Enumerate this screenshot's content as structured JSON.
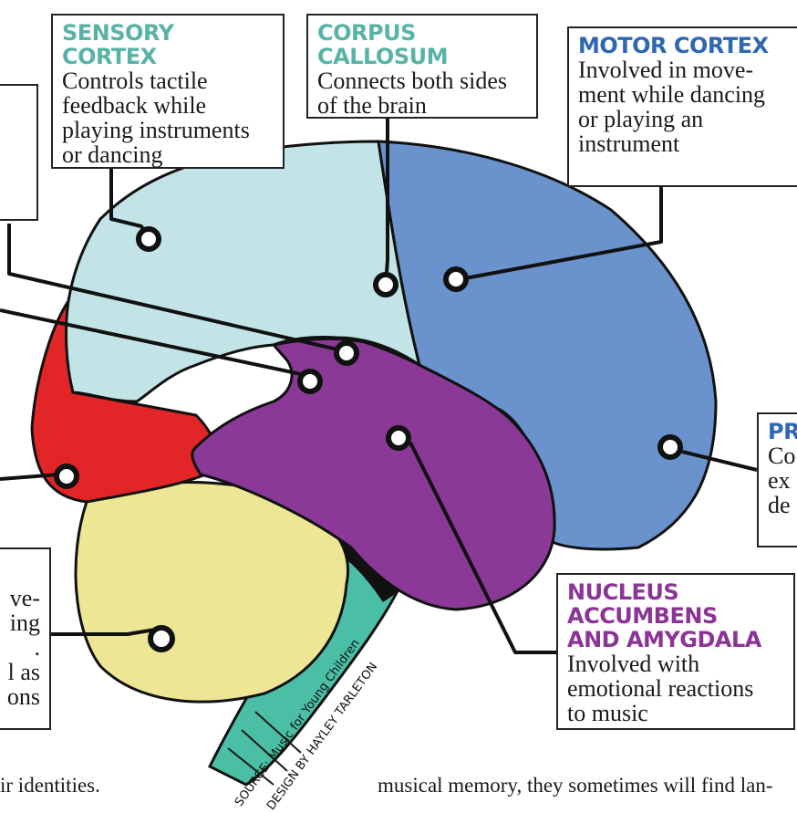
{
  "labels": {
    "sensory": {
      "title": "SENSORY CORTEX",
      "body": "Controls tactile\nfeedback while\nplaying instruments\nor dancing"
    },
    "corpus": {
      "title": "CORPUS CALLOSUM",
      "body": "Connects both sides\nof the brain"
    },
    "motor": {
      "title": "MOTOR CORTEX",
      "body": "Involved in move-\nment while dancing\nor playing an\ninstrument"
    },
    "prefrontal": {
      "title": "PR",
      "body": "Co\nex\nde"
    },
    "nucleus": {
      "title": "NUCLEUS ACCUMBENS\nAND AMYGDALA",
      "body": "Involved with\nemotional reactions\nto music"
    },
    "cerebellum": {
      "title": "",
      "body": "ve-\ning\n.\nl as\nons"
    }
  },
  "credits": {
    "source": "SOURCE: Music for Young Children",
    "design": "DESIGN BY HAYLEY TARLETON"
  },
  "footer": {
    "left": "ir identities.",
    "right": "musical memory, they sometimes will find lan-"
  },
  "colors": {
    "sensory": "#c2e4e6",
    "motor": "#6a92cc",
    "purple": "#8a3a96",
    "red": "#e22628",
    "yellow": "#ece695",
    "brainstem": "#4bbfa6"
  }
}
